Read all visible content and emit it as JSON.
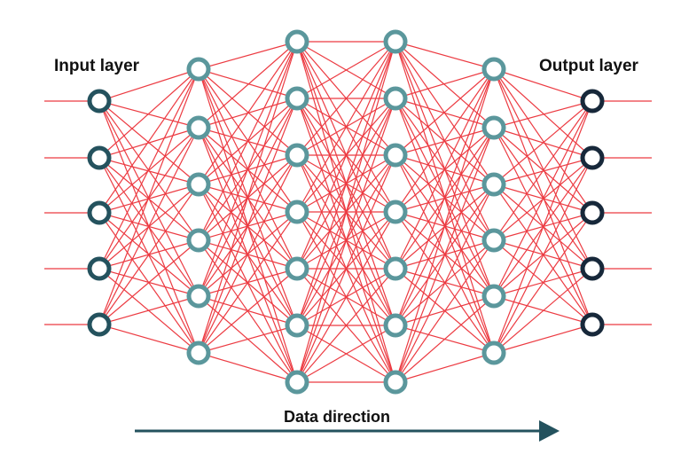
{
  "labels": {
    "input": "Input layer",
    "output": "Output layer",
    "direction": "Data direction"
  },
  "layers": [
    {
      "name": "input",
      "nodes": 5,
      "color": "#24525e"
    },
    {
      "name": "hidden-1",
      "nodes": 6,
      "color": "#5b979c"
    },
    {
      "name": "hidden-2",
      "nodes": 7,
      "color": "#5b979c"
    },
    {
      "name": "hidden-3",
      "nodes": 7,
      "color": "#5b979c"
    },
    {
      "name": "hidden-4",
      "nodes": 6,
      "color": "#5b979c"
    },
    {
      "name": "output",
      "nodes": 5,
      "color": "#17283a"
    }
  ],
  "colors": {
    "edge": "#ec3b42",
    "arrow": "#24525e"
  }
}
